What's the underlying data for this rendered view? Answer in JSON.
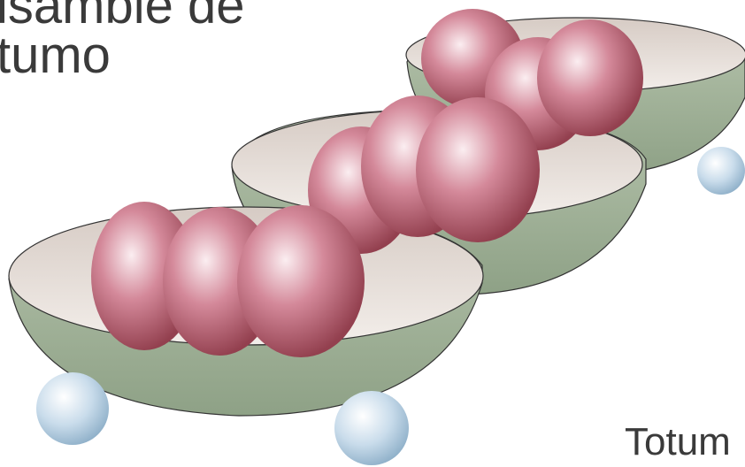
{
  "title": {
    "line1": "isamble de",
    "line2": "tumo"
  },
  "label": "Totum",
  "colors": {
    "background": "#ffffff",
    "text": "#3a3a3a",
    "bowl_green": "#9fb196",
    "bowl_green_dark": "#7e9276",
    "bowl_rim": "#e8e0da",
    "bead_red": "#b5566a",
    "bead_highlight": "#fbeef1",
    "bead_dark": "#8f3d50",
    "ball_blue": "#b9d3e6",
    "ball_highlight": "#ffffff"
  }
}
